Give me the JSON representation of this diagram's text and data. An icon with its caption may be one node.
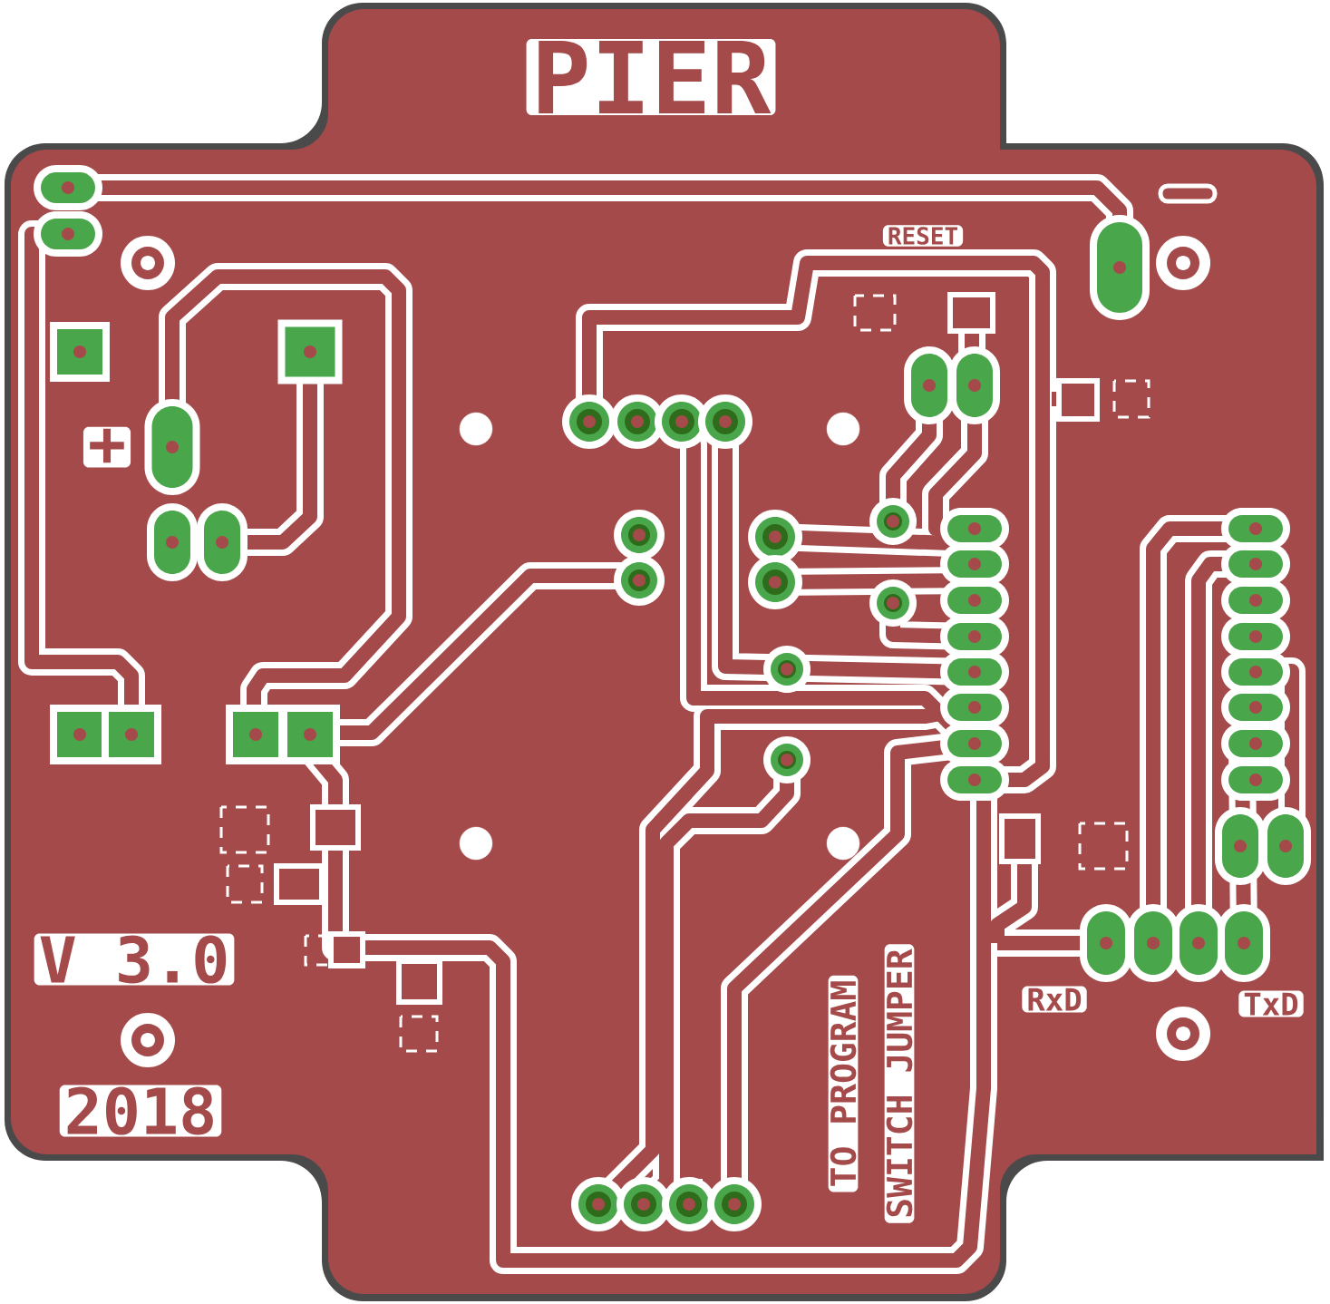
{
  "diagram": {
    "title": "PIER",
    "labels": [
      "RESET",
      "+",
      "V 3.0",
      "2018",
      "TO PROGRAM",
      "SWITCH JUMPER",
      "RxD",
      "TxD"
    ]
  }
}
